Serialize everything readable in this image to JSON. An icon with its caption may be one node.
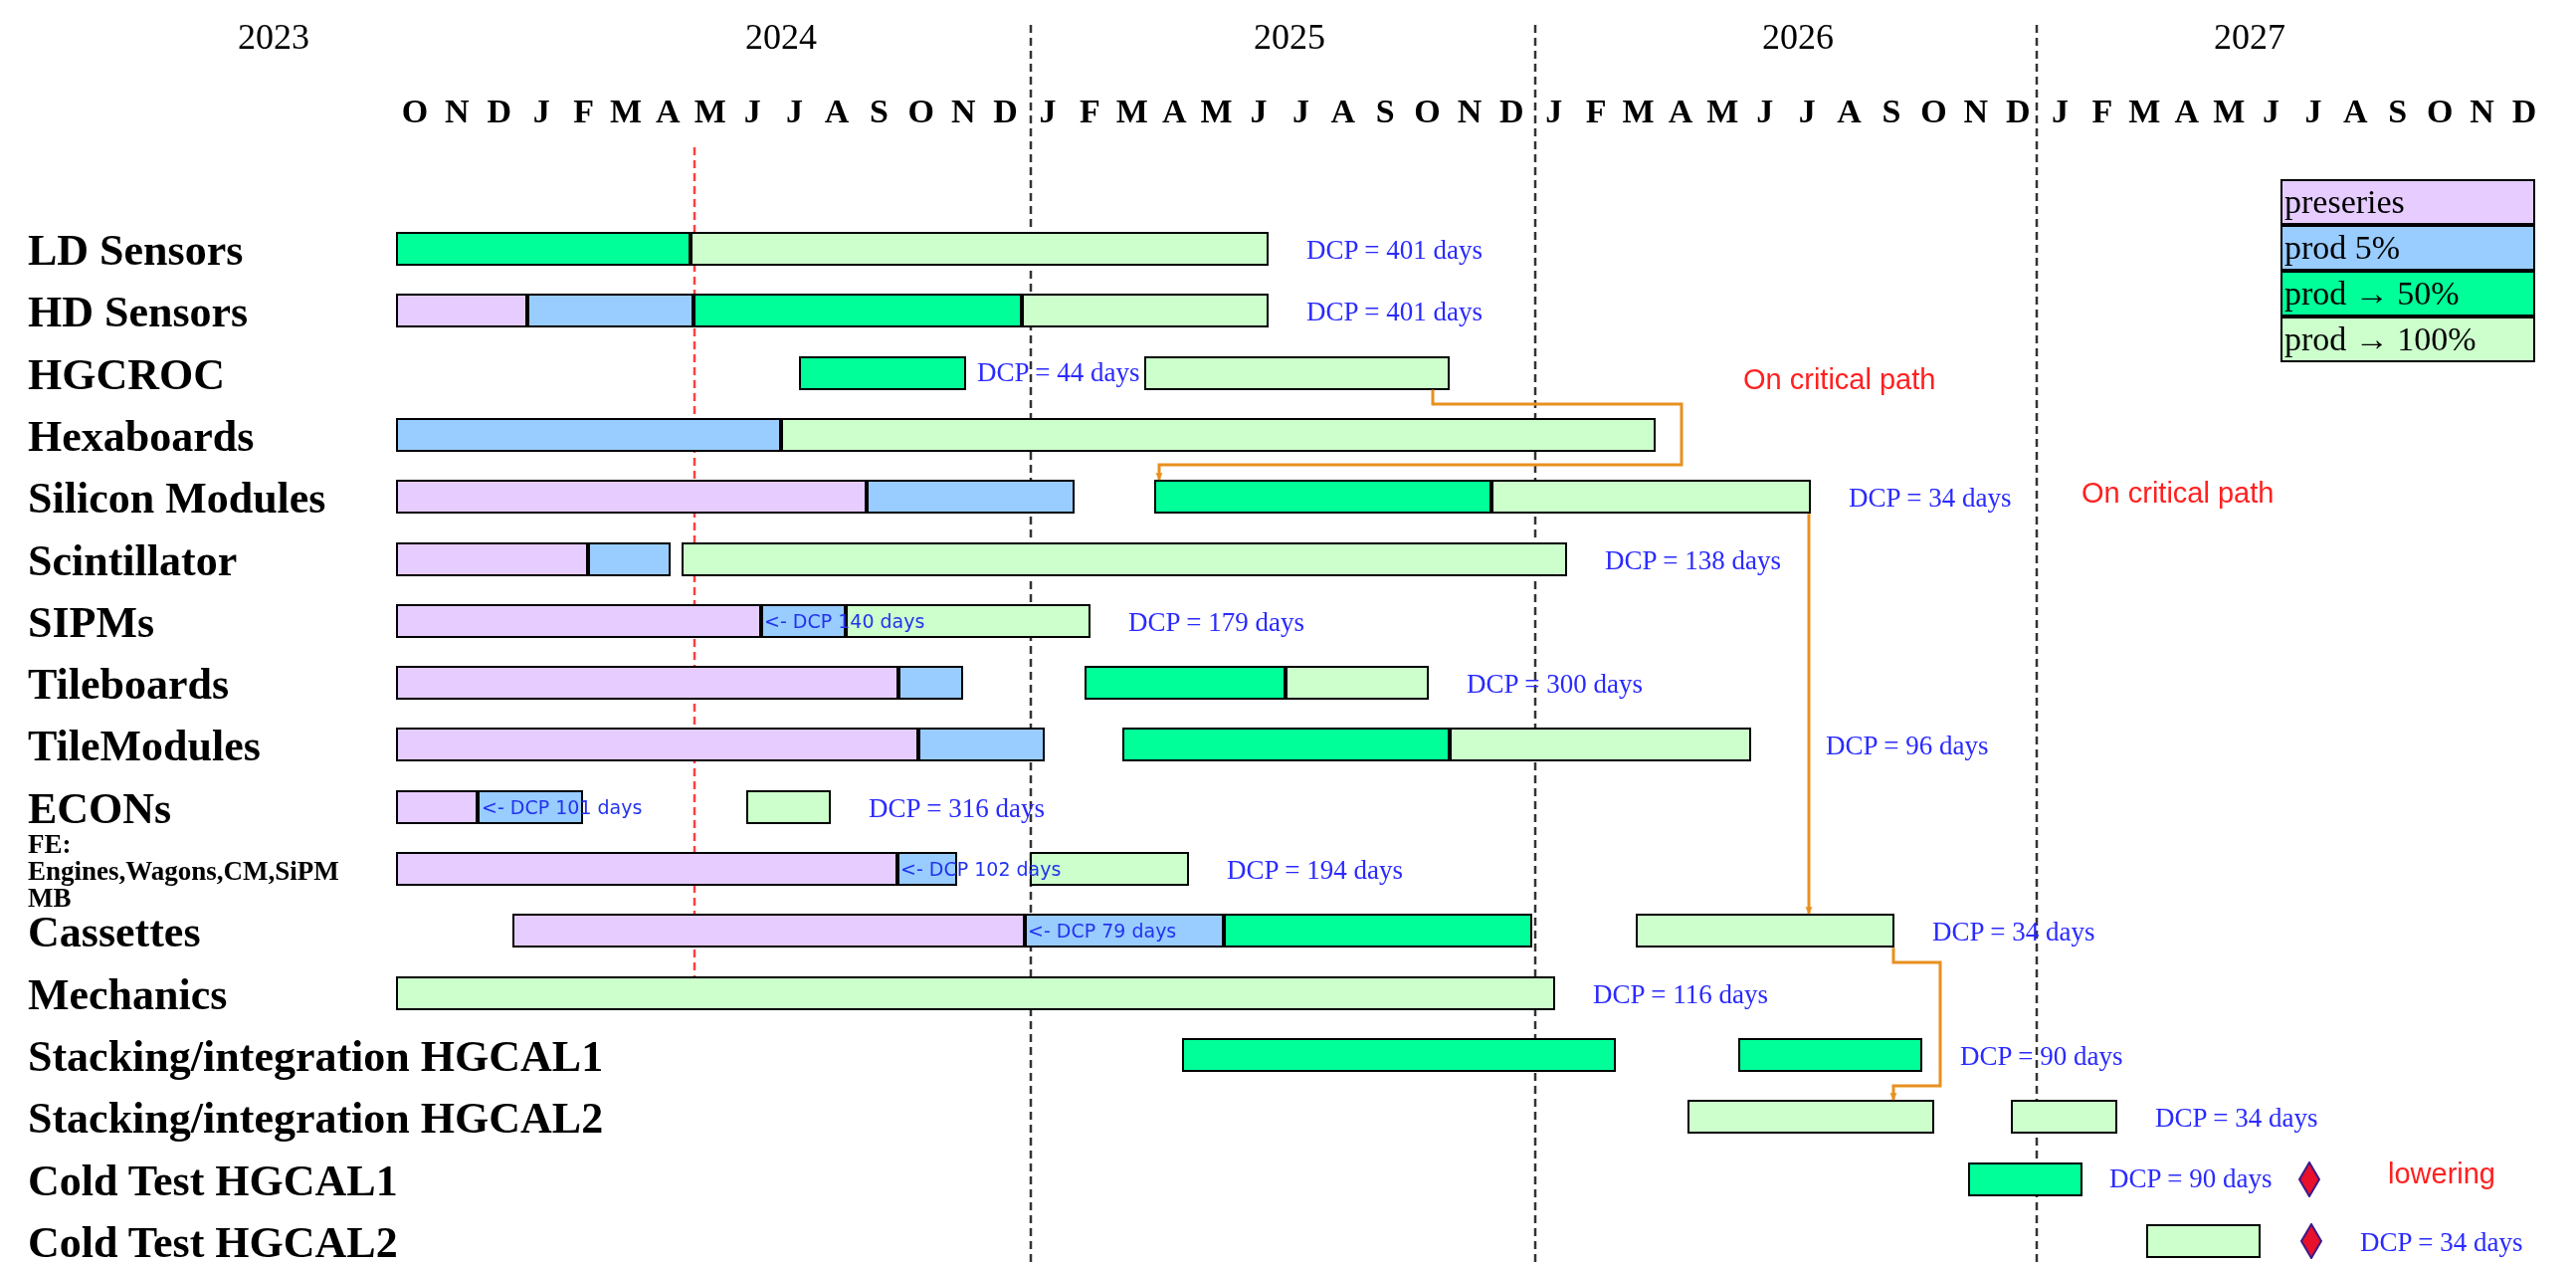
{
  "diagram": {
    "nodes": [
      {
        "text": [],
        "shape": "bar"
      },
      {
        "text": [],
        "shape": "bar",
        "beside": [
          "DCP = 401 days"
        ]
      },
      {
        "text": [],
        "shape": "bar"
      },
      {
        "text": [],
        "shape": "bar"
      },
      {
        "text": [],
        "shape": "bar"
      },
      {
        "text": [],
        "shape": "bar",
        "beside": [
          "DCP = 401 days"
        ]
      },
      {
        "text": [],
        "shape": "bar"
      },
      {
        "text": [],
        "shape": "bar"
      },
      {
        "text": [],
        "shape": "bar"
      },
      {
        "text": [],
        "shape": "bar"
      },
      {
        "text": [],
        "shape": "bar"
      },
      {
        "text": [],
        "shape": "bar"
      },
      {
        "text": [],
        "shape": "bar"
      },
      {
        "text": [],
        "shape": "bar",
        "beside": [
          "DCP = 34 days"
        ]
      },
      {
        "text": [],
        "shape": "bar"
      },
      {
        "text": [],
        "shape": "bar"
      },
      {
        "text": [],
        "shape": "bar",
        "beside": [
          "DCP = 138 days"
        ]
      },
      {
        "text": [],
        "shape": "bar"
      },
      {
        "text": [],
        "shape": "bar"
      },
      {
        "text": [],
        "shape": "bar",
        "beside": [
          "DCP = 179 days"
        ]
      },
      {
        "text": [],
        "shape": "bar"
      },
      {
        "text": [],
        "shape": "bar"
      },
      {
        "text": [],
        "shape": "bar"
      },
      {
        "text": [],
        "shape": "bar",
        "beside": [
          "DCP = 300 days"
        ]
      },
      {
        "text": [],
        "shape": "bar"
      },
      {
        "text": [],
        "shape": "bar"
      },
      {
        "text": [],
        "shape": "bar"
      },
      {
        "text": [],
        "shape": "bar",
        "beside": [
          "DCP = 96 days"
        ]
      },
      {
        "text": [],
        "shape": "bar"
      },
      {
        "text": [],
        "shape": "bar"
      },
      {
        "text": [],
        "shape": "bar",
        "beside": [
          "DCP = 316 days"
        ]
      },
      {
        "text": [],
        "shape": "bar"
      },
      {
        "text": [],
        "shape": "bar"
      },
      {
        "text": [],
        "shape": "bar",
        "beside": [
          "DCP = 194 days"
        ]
      },
      {
        "text": [],
        "shape": "bar"
      },
      {
        "text": [],
        "shape": "bar"
      },
      {
        "text": [],
        "shape": "bar"
      },
      {
        "text": [],
        "shape": "bar",
        "beside": [
          "DCP = 34 days"
        ]
      },
      {
        "text": [],
        "shape": "bar",
        "beside": [
          "DCP = 116 days"
        ]
      },
      {
        "text": [],
        "shape": "bar"
      },
      {
        "text": [],
        "shape": "bar",
        "beside": [
          "DCP = 90 days"
        ]
      },
      {
        "text": [],
        "shape": "bar"
      },
      {
        "text": [],
        "shape": "bar",
        "beside": [
          "DCP = 34 days"
        ]
      },
      {
        "text": [],
        "shape": "bar"
      },
      {
        "text": [],
        "shape": "diamond"
      },
      {
        "text": [],
        "shape": "bar"
      },
      {
        "text": [],
        "shape": "diamond",
        "beside": [
          "DCP = 34 days"
        ]
      }
    ],
    "edges": [
      {
        "from": 7,
        "to": 12,
        "arrow": "to"
      },
      {
        "from": 13,
        "to": 37,
        "arrow": "to"
      },
      {
        "from": 37,
        "to": 41,
        "arrow": "to"
      }
    ],
    "labels": [
      "2023",
      "2024",
      "2025",
      "2026",
      "2027",
      "O",
      "N",
      "D",
      "J",
      "F",
      "M",
      "A",
      "M",
      "J",
      "J",
      "A",
      "S",
      "O",
      "N",
      "D",
      "J",
      "F",
      "M",
      "A",
      "M",
      "J",
      "J",
      "A",
      "S",
      "O",
      "N",
      "D",
      "J",
      "F",
      "M",
      "A",
      "M",
      "J",
      "J",
      "A",
      "S",
      "O",
      "N",
      "D",
      "J",
      "F",
      "M",
      "A",
      "M",
      "J",
      "J",
      "A",
      "S",
      "O",
      "N",
      "D",
      "LD Sensors",
      "HD Sensors",
      "HGCROC",
      "DCP = 44 days",
      "On critical path",
      "Hexaboards",
      "Silicon Modules",
      "On critical path",
      "Scintillator",
      "SIPMs",
      "<- DCP 140 days",
      "Tileboards",
      "TileModules",
      "ECONs",
      "<- DCP 101 days",
      "FE: Engines,Wagons,CM,SiPM MB",
      "<- DCP 102 days",
      "Cassettes",
      "<- DCP 79 days",
      "Mechanics",
      "Stacking/integration HGCAL1",
      "Stacking/integration HGCAL2",
      "Cold Test HGCAL1",
      "DCP = 90 days",
      "lowering",
      "Cold Test HGCAL2"
    ],
    "legend": [
      {
        "text": "preseries",
        "color": "#e6ccff"
      },
      {
        "text": "prod 5%",
        "color": "#99ccff"
      },
      {
        "text": "prod → 50%",
        "color": "#00ff99"
      },
      {
        "text": "prod → 100%",
        "color": "#ccffcc"
      }
    ]
  }
}
